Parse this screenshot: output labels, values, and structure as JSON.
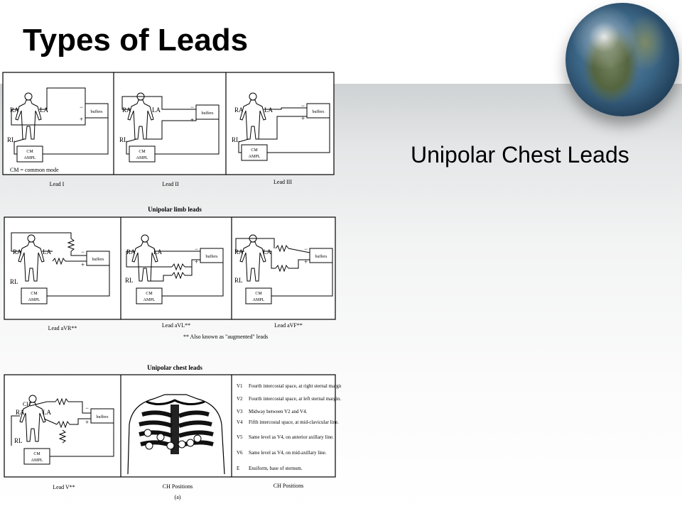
{
  "slide": {
    "title": "Types of Leads",
    "subtitle": "Unipolar Chest Leads"
  },
  "figure": {
    "row1": {
      "panels": [
        {
          "label": "Lead I"
        },
        {
          "label": "Lead II"
        },
        {
          "label": "Lead III"
        }
      ],
      "cm_note": "CM = common mode"
    },
    "row2": {
      "heading": "Unipolar limb leads",
      "panels": [
        {
          "label": "Lead aVR**"
        },
        {
          "label": "Lead aVL**"
        },
        {
          "label": "Lead aVF**"
        }
      ],
      "footnote": "** Also known as \"augmented\" leads"
    },
    "row3": {
      "heading": "Unipolar chest leads",
      "lead_label": "Lead V**",
      "positions_label_1": "CH Positions",
      "positions_label_2": "CH Positions",
      "panel_caption": "(a)",
      "positions": [
        {
          "code": "V1",
          "text": "Fourth intercostal space, at right sternal margin."
        },
        {
          "code": "V2",
          "text": "Fourth intercostal space, at left sternal margin."
        },
        {
          "code": "V3",
          "text": "Midway between V2 and V4."
        },
        {
          "code": "V4",
          "text": "Fifth intercostal space, at mid-clavicular line."
        },
        {
          "code": "V5",
          "text": "Same level as V4, on anterior axillary line."
        },
        {
          "code": "V6",
          "text": "Same level as V4, on mid-axillary line."
        },
        {
          "code": "E",
          "text": "Ensiform, base of sternum."
        }
      ]
    },
    "common": {
      "ra": "RA",
      "la": "LA",
      "rl": "RL",
      "ch": "CH",
      "buffer": "buffers",
      "cm": "CM",
      "ampl": "AMPL",
      "minus": "−",
      "plus": "+"
    }
  }
}
